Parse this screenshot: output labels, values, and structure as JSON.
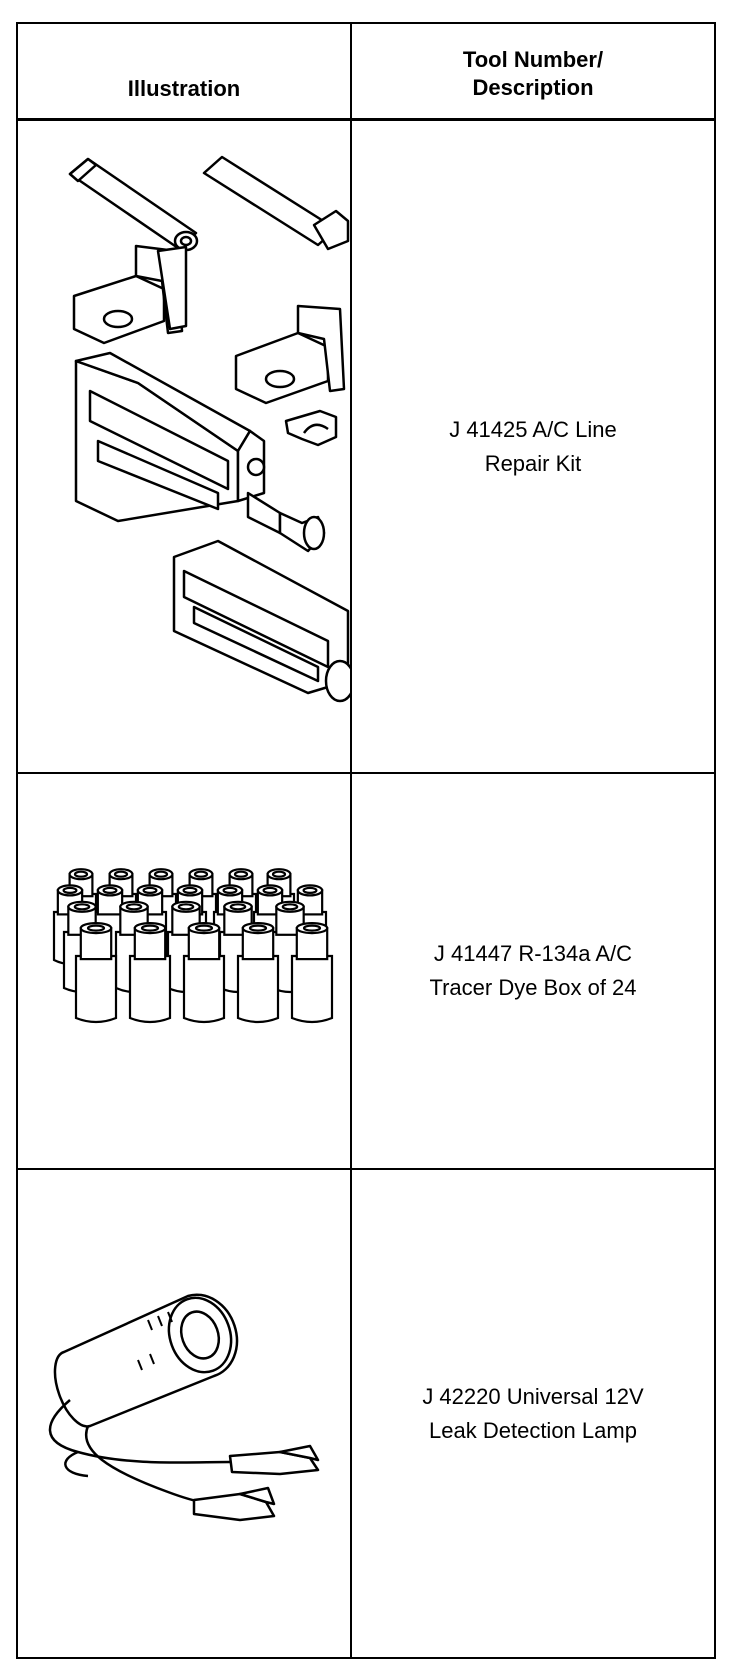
{
  "table": {
    "header": {
      "illustration": "Illustration",
      "tool_description": "Tool Number/\nDescription"
    },
    "rows": [
      {
        "description": "J 41425 A/C Line\nRepair Kit",
        "illustration_icon": "ac-line-repair-kit-drawing"
      },
      {
        "description": "J 41447 R-134a A/C\nTracer Dye Box of 24",
        "illustration_icon": "tracer-dye-bottles-drawing"
      },
      {
        "description": "J 42220 Universal 12V\nLeak Detection Lamp",
        "illustration_icon": "leak-detection-lamp-drawing"
      }
    ]
  }
}
